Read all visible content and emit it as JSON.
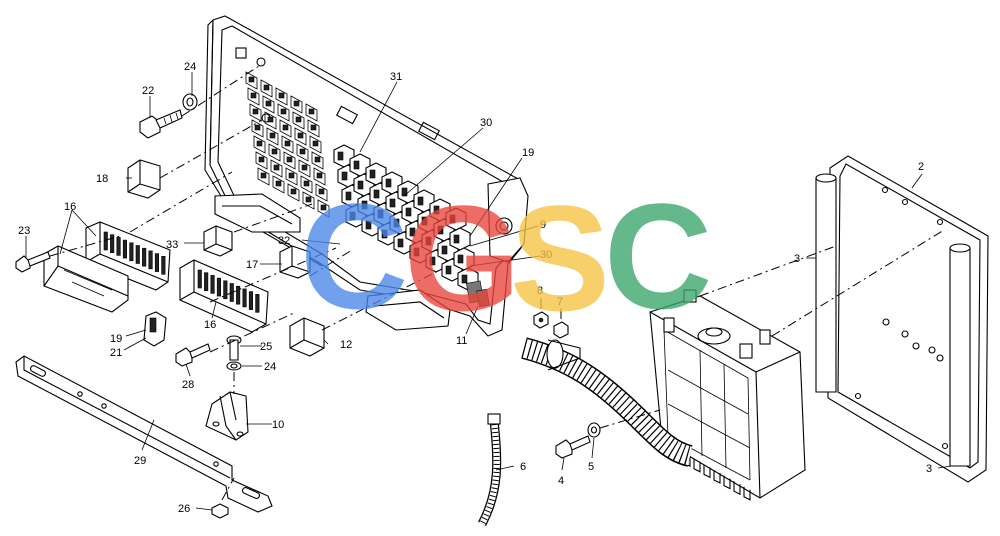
{
  "diagram": {
    "callouts": {
      "c2": "2",
      "c3a": "3",
      "c3b": "3",
      "c4": "4",
      "c5": "5",
      "c6": "6",
      "c7": "7",
      "c8": "8",
      "c9": "9",
      "c10": "10",
      "c11": "11",
      "c12": "12",
      "c16a": "16",
      "c16b": "16",
      "c17": "17",
      "c18": "18",
      "c19a": "19",
      "c19b": "19",
      "c21": "21",
      "c22": "22",
      "c23": "23",
      "c24a": "24",
      "c24b": "24",
      "c25": "25",
      "c26": "26",
      "c28": "28",
      "c29": "29",
      "c30a": "30",
      "c30b": "30",
      "c31": "31",
      "c32": "32",
      "c33": "33"
    },
    "watermark": {
      "letters": [
        "C",
        "G",
        "S",
        "C"
      ],
      "colors": [
        "#4a86e8",
        "#e8453c",
        "#f6c342",
        "#3aa56a"
      ]
    }
  }
}
